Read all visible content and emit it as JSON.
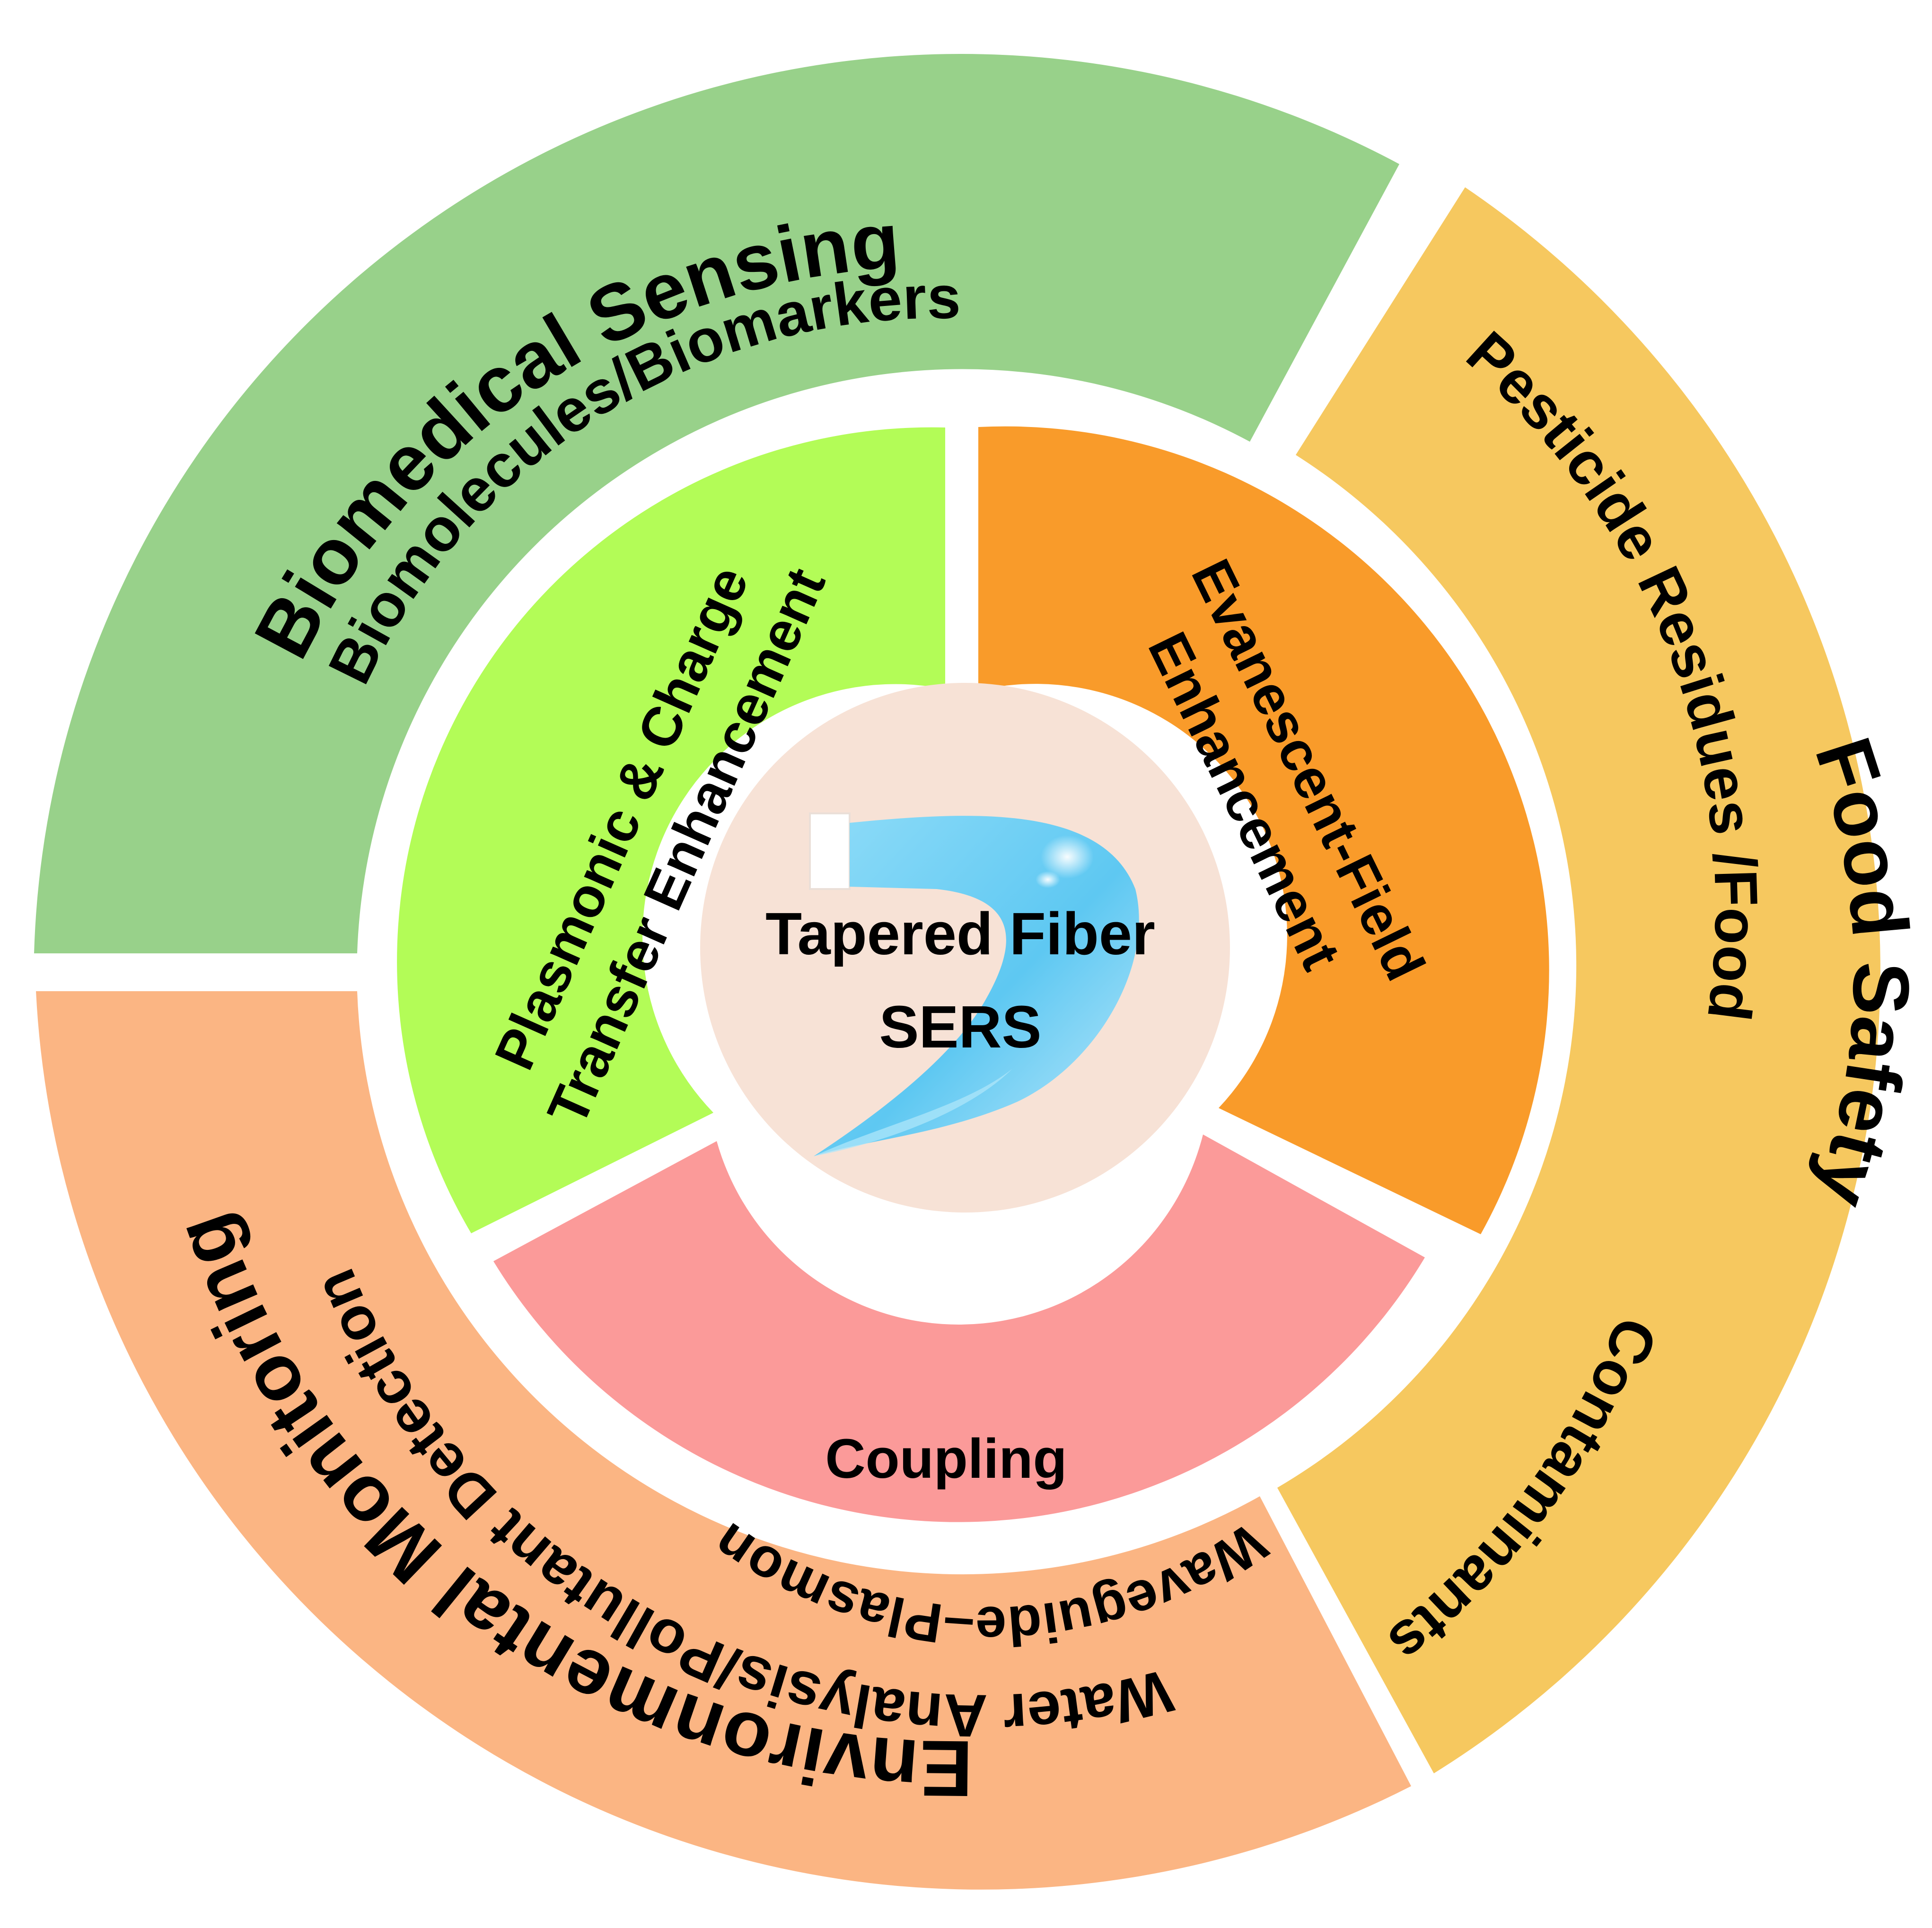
{
  "core": {
    "title_line1": "Tapered Fiber",
    "title_line2": "SERS",
    "fill_color": "#f7e2d6",
    "fiber_color": "#5ec8f2"
  },
  "applications": {
    "biomedical": {
      "title": "Biomedical Sensing",
      "subtitle": "Biomolecules/Biomarkers",
      "color": "#98d18a"
    },
    "food": {
      "title": "Food Safety",
      "subtitle_line1": "Pesticide Residues /Food",
      "subtitle_line2": "Contaminants",
      "color": "#f6c85f"
    },
    "environmental": {
      "title": "Environmental Monitoring",
      "subtitle": "Water Analysis/Pollutant Detection",
      "color": "#fbb583"
    }
  },
  "mechanisms": {
    "plasmonic": {
      "line1": "Plasmonic & Charge",
      "line2": "Transfer Enhancement",
      "color": "#b3fc57"
    },
    "evanescent": {
      "line1": "Evanescent-Field",
      "line2": "Enhancement",
      "color": "#f99b2a"
    },
    "waveguide": {
      "line1": "Waveguide–Plasmon",
      "line2": "Coupling",
      "color": "#fb9a99"
    }
  }
}
